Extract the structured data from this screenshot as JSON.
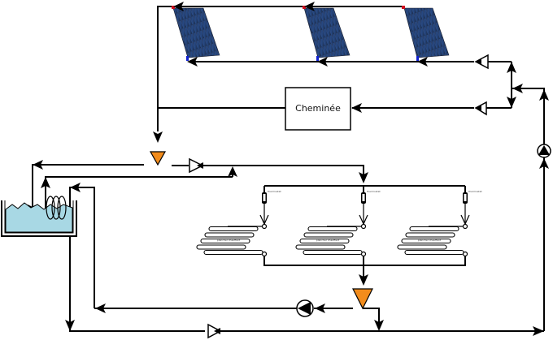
{
  "diagram": {
    "title": "",
    "components": {
      "chimney": {
        "label": "Cheminée"
      },
      "solar_panels": [
        {
          "name": "solar-panel-1"
        },
        {
          "name": "solar-panel-2"
        },
        {
          "name": "solar-panel-3"
        }
      ],
      "heating_zones": [
        {
          "name": "floor-heating-zone-1",
          "thermostat_label": "thermostat",
          "coil_label": "plancher chauffant"
        },
        {
          "name": "floor-heating-zone-2",
          "thermostat_label": "thermostat",
          "coil_label": "plancher chauffant"
        },
        {
          "name": "floor-heating-zone-3",
          "thermostat_label": "thermostat",
          "coil_label": "plancher chauffant"
        }
      ],
      "tank": {
        "name": "storage-tank"
      },
      "pumps": [
        "circulation-pump-bottom",
        "circulation-pump-right"
      ],
      "mixing_valves": [
        "three-way-valve-top",
        "three-way-valve-bottom"
      ],
      "check_valves": [
        "check-valve-solar",
        "check-valve-chimney",
        "check-valve-tank-return",
        "check-valve-bottom"
      ]
    },
    "colors": {
      "pipe": "#000000",
      "valve_fill": "#f28c1c",
      "water": "#a8d8e4",
      "panel": "#1f3a66",
      "hot_connector": "#d01020",
      "cold_connector": "#1020d0"
    }
  }
}
